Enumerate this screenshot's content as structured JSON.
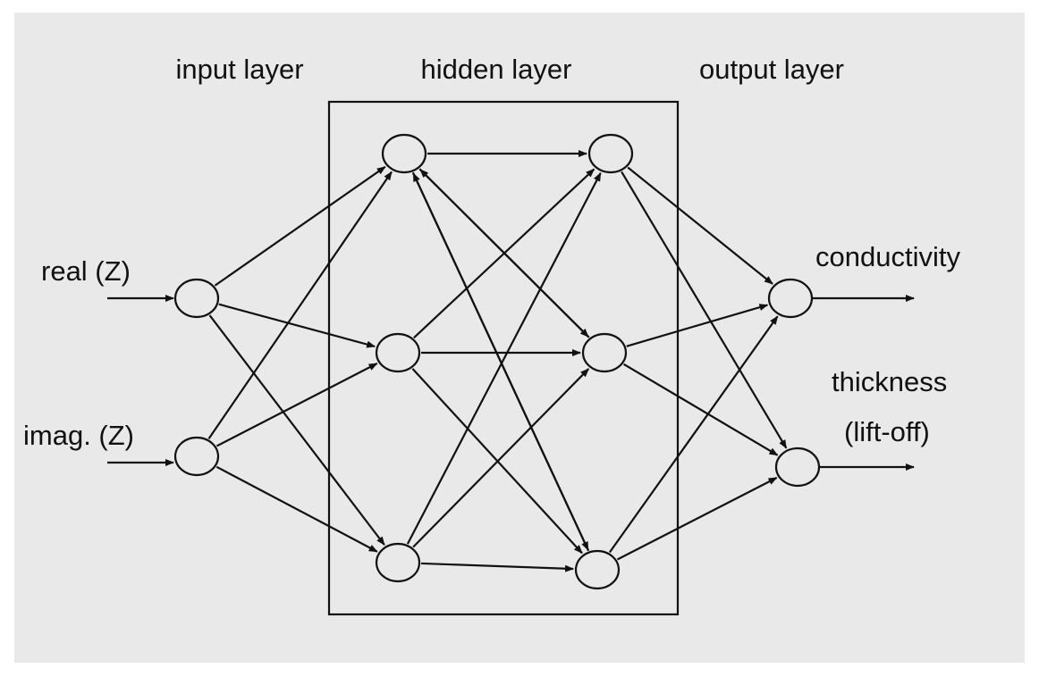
{
  "layers": {
    "input": "input layer",
    "hidden": "hidden layer",
    "output": "output layer"
  },
  "inputs": [
    "real (Z)",
    "imag. (Z)"
  ],
  "outputs": {
    "conductivity": "conductivity",
    "thickness_line1": "thickness",
    "thickness_line2": "(lift-off)"
  },
  "colors": {
    "background": "#e9e9e9",
    "ink": "#111111"
  }
}
